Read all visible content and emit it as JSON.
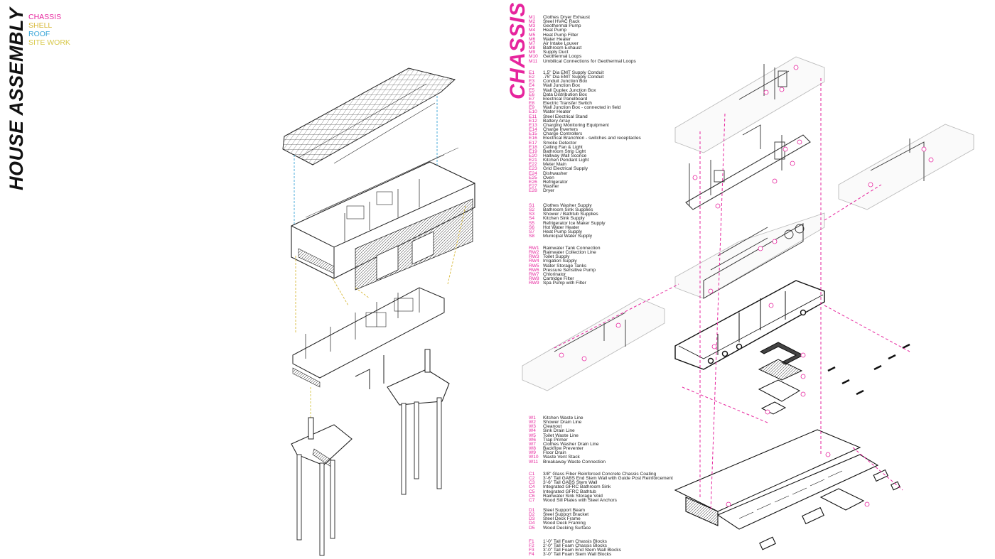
{
  "title": "HOUSE ASSEMBLY",
  "chassis_title": "CHASSIS",
  "legend": [
    {
      "label": "CHASSIS",
      "color": "#e6249d"
    },
    {
      "label": "SHELL",
      "color": "#d8b93a"
    },
    {
      "label": "ROOF",
      "color": "#3aa6d8"
    },
    {
      "label": "SITE WORK",
      "color": "#d8c94a"
    }
  ],
  "parts": {
    "mechanical": [
      {
        "code": "M1",
        "desc": "Clothes Dryer Exhaust"
      },
      {
        "code": "M2",
        "desc": "Steel HVAC Rack"
      },
      {
        "code": "M3",
        "desc": "Geothermal Pump"
      },
      {
        "code": "M4",
        "desc": "Heat Pump"
      },
      {
        "code": "M5",
        "desc": "Heat Pump Filter"
      },
      {
        "code": "M6",
        "desc": "Water Heater"
      },
      {
        "code": "M7",
        "desc": "Air Intake Louver"
      },
      {
        "code": "M8",
        "desc": "Bathroom Exhaust"
      },
      {
        "code": "M9",
        "desc": "Supply Duct"
      },
      {
        "code": "M10",
        "desc": "Geothermal Loops"
      },
      {
        "code": "M11",
        "desc": "Umbilical Connections for Geothermal Loops"
      }
    ],
    "electrical": [
      {
        "code": "E1",
        "desc": "1.5\" Dia EMT Supply Conduit"
      },
      {
        "code": "E2",
        "desc": ".75\" Dia EMT Supply Conduit"
      },
      {
        "code": "E3",
        "desc": "Conduit Junction Box"
      },
      {
        "code": "E4",
        "desc": "Wall Junction Box"
      },
      {
        "code": "E5",
        "desc": "Wall Duplex Junction Box"
      },
      {
        "code": "E6",
        "desc": "Data Distribution Box"
      },
      {
        "code": "E7",
        "desc": "Electrical Panelboard"
      },
      {
        "code": "E8",
        "desc": "Electric Transfer Switch"
      },
      {
        "code": "E9",
        "desc": "Wall Junction Box - connected in field"
      },
      {
        "code": "E10",
        "desc": "Water Heater"
      },
      {
        "code": "E11",
        "desc": "Steel Electrical Stand"
      },
      {
        "code": "E12",
        "desc": "Battery Array"
      },
      {
        "code": "E13",
        "desc": "Charging Monitoring Equipment"
      },
      {
        "code": "E14",
        "desc": "Charge Inverters"
      },
      {
        "code": "E15",
        "desc": "Charge Controllers"
      },
      {
        "code": "E16",
        "desc": "Electrical Branchlon - switches and receptacles"
      },
      {
        "code": "E17",
        "desc": "Smoke Detector"
      },
      {
        "code": "E18",
        "desc": "Ceiling Fan & Light"
      },
      {
        "code": "E19",
        "desc": "Bathroom Strip Light"
      },
      {
        "code": "E20",
        "desc": "Hallway Wall Sconce"
      },
      {
        "code": "E21",
        "desc": "Kitchen Pendant Light"
      },
      {
        "code": "E22",
        "desc": "Meter Main"
      },
      {
        "code": "E23",
        "desc": "Grid Electrical Supply"
      },
      {
        "code": "E24",
        "desc": "Dishwasher"
      },
      {
        "code": "E25",
        "desc": "Oven"
      },
      {
        "code": "E26",
        "desc": "Refrigerator"
      },
      {
        "code": "E27",
        "desc": "Washer"
      },
      {
        "code": "E28",
        "desc": "Dryer"
      }
    ],
    "supply": [
      {
        "code": "S1",
        "desc": "Clothes Washer Supply"
      },
      {
        "code": "S2",
        "desc": "Bathroom Sink Supplies"
      },
      {
        "code": "S3",
        "desc": "Shower / Bathtub Supplies"
      },
      {
        "code": "S4",
        "desc": "Kitchen Sink Supply"
      },
      {
        "code": "S5",
        "desc": "Refrigerator Ice Maker Supply"
      },
      {
        "code": "S6",
        "desc": "Hot Water Heater"
      },
      {
        "code": "S7",
        "desc": "Heat Pump Supply"
      },
      {
        "code": "S8",
        "desc": "Municipal Water Supply"
      }
    ],
    "rainwater": [
      {
        "code": "RW1",
        "desc": "Rainwater Tank Connection"
      },
      {
        "code": "RW2",
        "desc": "Rainwater Collection Line"
      },
      {
        "code": "RW3",
        "desc": "Toilet Supply"
      },
      {
        "code": "RW4",
        "desc": "Irrigation Supply"
      },
      {
        "code": "RW5",
        "desc": "Water Storage Tanks"
      },
      {
        "code": "RW6",
        "desc": "Pressure Sensitive Pump"
      },
      {
        "code": "RW7",
        "desc": "Chlorinator"
      },
      {
        "code": "RW8",
        "desc": "Cartridge Filter"
      },
      {
        "code": "RW9",
        "desc": "Spa Pump with Filter"
      }
    ],
    "waste": [
      {
        "code": "W1",
        "desc": "Kitchen Waste Line"
      },
      {
        "code": "W2",
        "desc": "Shower Drain Line"
      },
      {
        "code": "W3",
        "desc": "Cleanout"
      },
      {
        "code": "W4",
        "desc": "Sink Drain Line"
      },
      {
        "code": "W5",
        "desc": "Toilet Waste Line"
      },
      {
        "code": "W6",
        "desc": "Trap Primer"
      },
      {
        "code": "W7",
        "desc": "Clothes Washer Drain Line"
      },
      {
        "code": "W8",
        "desc": "Backflow Preventer"
      },
      {
        "code": "W9",
        "desc": "Floor Drain"
      },
      {
        "code": "W10",
        "desc": "Waste Vent Stack"
      },
      {
        "code": "W11",
        "desc": "Breakaway Waste Connection"
      }
    ],
    "chassis": [
      {
        "code": "C1",
        "desc": "3/8\" Glass Fiber Reinforced Concrete Chassis Coating"
      },
      {
        "code": "C2",
        "desc": "3'-6\" Tall GABS End Stem Wall with Guide Post Reinforcement"
      },
      {
        "code": "C3",
        "desc": "3'-6\" Tall GABS Stem Wall"
      },
      {
        "code": "C4",
        "desc": "Integrated GFRC Bathroom Sink"
      },
      {
        "code": "C5",
        "desc": "Integrated GFRC Bathtub"
      },
      {
        "code": "C6",
        "desc": "Rainwater Sink Storage Void"
      },
      {
        "code": "C7",
        "desc": "Wood Sill Plates with Steel Anchors"
      }
    ],
    "deck": [
      {
        "code": "D1",
        "desc": "Steel Support Beam"
      },
      {
        "code": "D2",
        "desc": "Steel Support Bracket"
      },
      {
        "code": "D3",
        "desc": "Steel Deck Frame"
      },
      {
        "code": "D4",
        "desc": "Wood Deck Framing"
      },
      {
        "code": "D5",
        "desc": "Wood Decking Surface"
      }
    ],
    "foam": [
      {
        "code": "F1",
        "desc": "1'-0\" Tall Foam Chassis Blocks"
      },
      {
        "code": "F2",
        "desc": "2'-0\" Tall Foam Chassis Blocks"
      },
      {
        "code": "F3",
        "desc": "3'-0\" Tall Foam End Stem Wall Blocks"
      },
      {
        "code": "F4",
        "desc": "3'-0\" Tall Foam Stem Wall Blocks"
      }
    ]
  }
}
